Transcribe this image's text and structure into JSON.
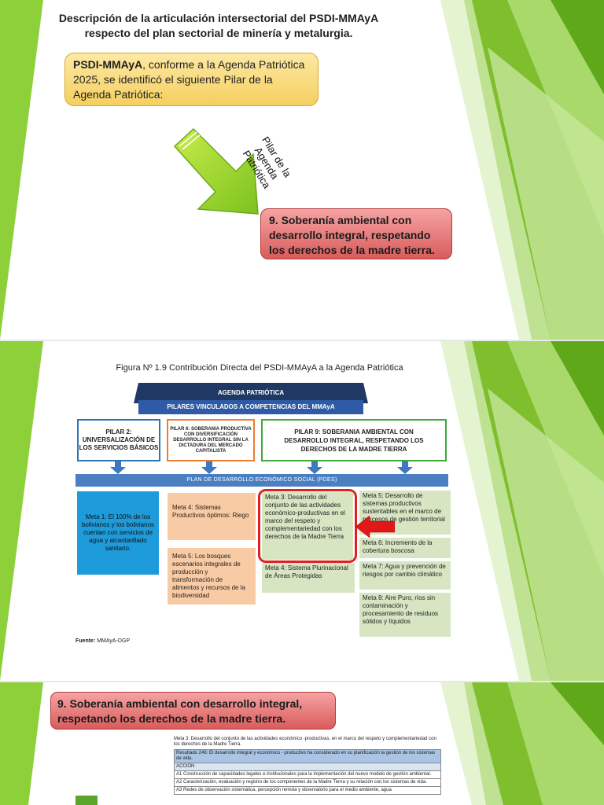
{
  "slide1": {
    "title": "Descripción de la articulación intersectorial del PSDI-MMAyA respecto del plan sectorial de minería y metalurgia.",
    "box_bold": "PSDI-MMAyA",
    "box_rest": ", conforme a la Agenda Patriótica 2025, se identificó el siguiente Pilar de la Agenda Patriótica:",
    "arrow_label": "Pilar de la Agenda Patriótica",
    "pillar_box": "9. Soberanía ambiental con desarrollo integral, respetando los derechos de la madre tierra."
  },
  "slide2": {
    "caption": "Figura Nº 1.9 Contribución Directa del PSDI-MMAyA a la Agenda Patriótica",
    "agenda": "AGENDA PATRIÓTICA",
    "pilares": "PILARES VINCULADOS A COMPETENCIAS DEL MMAyA",
    "pilar2": "PILAR 2: UNIVERSALIZACIÓN DE LOS SERVICIOS BÁSICOS",
    "pilar6": "PILAR 6: SOBERANIA PRODUCTIVA CON DIVERSIFICACIÓN DESARROLLO INTEGRAL SIN LA DICTADURA DEL MERCADO CAPITALISTA",
    "pilar9": "PILAR 9: SOBERANIA AMBIENTAL CON DESARROLLO INTEGRAL, RESPETANDO LOS DERECHOS DE LA MADRE TIERRA",
    "pdes": "PLAN DE DESARROLLO ECONÓMICO SOCIAL (PDES)",
    "meta1": "Meta 1: El 100% de los bolivianos y los bolivianos cuentan con servicios de agua y alcantarillado sanitario.",
    "meta4a": "Meta 4: Sistemas Productivos óptimos: Riego",
    "meta5a": "Meta 5: Los bosques escenarios integrales de producción y transformación de alimentos y recursos de la biodiversidad",
    "meta3": "Meta 3: Desarrollo del conjunto de las actividades económico-productivas en el marco del respeto y complementariedad con los derechos de la Madre Tierra",
    "meta4b": "Meta 4: Sistema Plurinacional de Áreas Protegidas",
    "meta5b": "Meta 5: Desarrollo de sistemas productivos sustentables en el marco de procesos de gestión territorial",
    "meta6": "Meta 6: Incremento de la cobertura boscosa",
    "meta7": "Meta 7: Agua y prevención de riesgos por cambio climático",
    "meta8": "Meta 8: Aire Puro, ríos sin contaminación y procesamiento de residuos sólidos y líquidos",
    "fuente_label": "Fuente:",
    "fuente_value": " MMAyA-DGP"
  },
  "slide3": {
    "pillar_box": "9. Soberanía ambiental con desarrollo integral, respetando los derechos de la madre tierra.",
    "intro": "Meta 3: Desarrollo del conjunto de las actividades económico -productivas, en el marco del respeto y complementariedad con los derechos de la Madre Tierra.",
    "resultado": "Resultado 246: El desarrollo integral y económico - productivo ha considerado en su planificación la gestión de los sistemas de vida.",
    "accion_header": "ACCIÓN",
    "a1": "A1 Construcción de capacidades legales e institucionales para la implementación del nuevo modelo de gestión ambiental.",
    "a2": "A2 Caracterización, evaluación y registro de los componentes de la Madre Tierra y su relación con los sistemas de vida.",
    "a3": "A3 Redes de observación sistemática, percepción remota y observatorio para el medio ambiente, agua"
  }
}
